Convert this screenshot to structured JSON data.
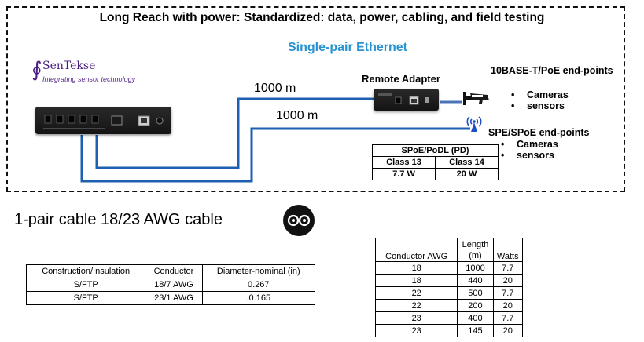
{
  "header": {
    "title": "Long Reach with power: Standardized: data, power, cabling, and field testing",
    "subtitle": "Single-pair Ethernet"
  },
  "logo": {
    "mark": "∮",
    "name": "SenTekse",
    "tagline": "Integrating sensor technology"
  },
  "diagram": {
    "cable_a": "1000 m",
    "cable_b": "1000 m",
    "remote_adapter": "Remote Adapter",
    "tbase_title": "10BASE-T/PoE end-points",
    "tbase_items": [
      "Cameras",
      "sensors"
    ],
    "spe_title": "SPE/SPoE end-points",
    "spe_items": [
      "Cameras",
      "sensors"
    ],
    "colors": {
      "cable": "#1d5fb0",
      "pd_link": "#4a73b8",
      "antenna": "#1d4fc4",
      "logo": "#4b1d80"
    }
  },
  "spoe_table": {
    "header": "SPoE/PoDL (PD)",
    "classes": [
      "Class 13",
      "Class 14"
    ],
    "watts": [
      "7.7 W",
      "20 W"
    ]
  },
  "cable_heading": "1-pair cable 18/23 AWG cable",
  "construction_table": {
    "columns": [
      "Construction/Insulation",
      "Conductor",
      "Diameter-nominal (in)"
    ],
    "rows": [
      [
        "S/FTP",
        "18/7 AWG",
        "0.267"
      ],
      [
        "S/FTP",
        "23/1 AWG",
        ".0.165"
      ]
    ]
  },
  "awg_table": {
    "columns": [
      "Conductor AWG",
      "Length",
      "(m)",
      "Watts"
    ],
    "rows": [
      [
        "18",
        "1000",
        "7.7"
      ],
      [
        "18",
        "440",
        "20"
      ],
      [
        "22",
        "500",
        "7.7"
      ],
      [
        "22",
        "200",
        "20"
      ],
      [
        "23",
        "400",
        "7.7"
      ],
      [
        "23",
        "145",
        "20"
      ]
    ]
  }
}
